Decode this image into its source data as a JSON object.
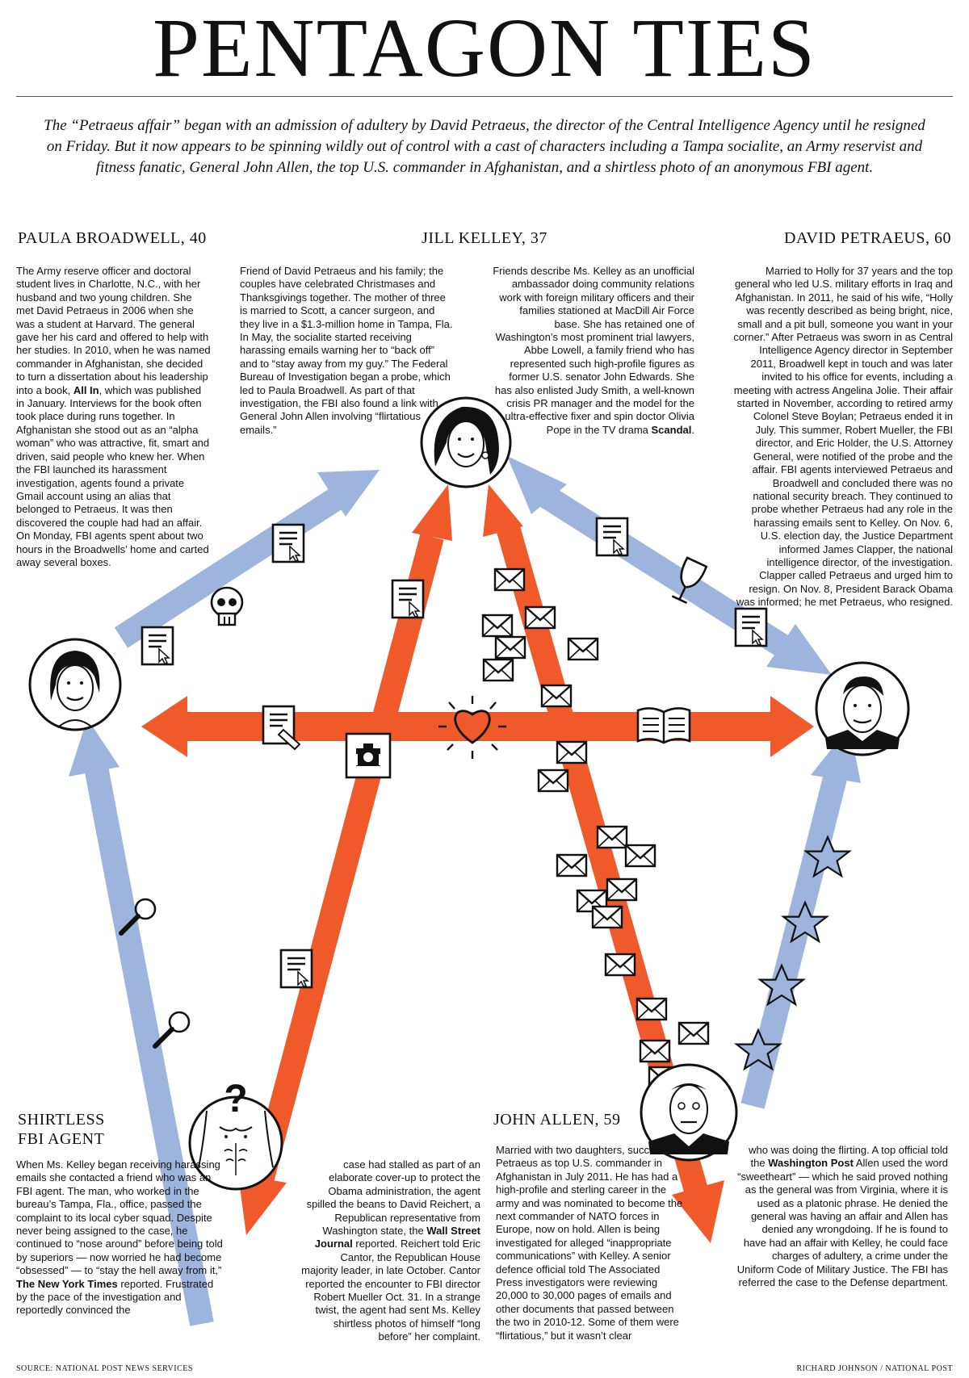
{
  "title": "PENTAGON TIES",
  "intro": "The “Petraeus affair” began with an admission of adultery by David Petraeus, the director of the Central Intelligence Agency until he resigned on Friday. But it now appears to be spinning wildly out of control with a cast of characters including a Tampa socialite, an Army reservist and fitness fanatic, General John Allen, the top U.S. commander in Afghanistan, and a shirtless photo of an anonymous FBI agent.",
  "people": {
    "broadwell": {
      "name": "PAULA BROADWELL, 40",
      "text_a": "The Army reserve officer and doctoral student lives in Charlotte, N.C., with her husband and two young children. She met David Petraeus in 2006 when she was a student at Harvard. The general gave her his card and offered to help with her studies. In 2010, when he was named commander in Afghanistan, she decided to turn a dissertation about his leadership into a book, ",
      "book": "All In",
      "text_b": ", which was published in January. Interviews for the book often took place during runs together. In Afghanistan she stood out as an “alpha woman” who was attractive, fit, smart and driven, said people who knew her. When the FBI launched its harassment investigation, agents found a private Gmail account using an alias that belonged to Petraeus. It was then discovered the couple had had an affair. On Monday, FBI agents spent about two hours in the Broadwells’ home and carted away several boxes."
    },
    "kelley": {
      "name": "JILL KELLEY, 37",
      "text_col1": "Friend of David Petraeus and his family; the couples have celebrated Christmases and Thanksgivings together. The mother of three is married to Scott, a cancer surgeon, and they live in a $1.3-million home in Tampa, Fla. In May, the socialite started receiving harassing emails warning her to “back off” and to “stay away from my guy.” The Federal Bureau of Investigation began a probe, which led to Paula Broadwell. As part of that investigation, the FBI also found a link with General John Allen involving “flirtatious emails.”",
      "text_col2": "Friends describe Ms. Kelley as an unofficial ambassador doing community relations work with foreign military officers and their families stationed at MacDill Air Force base. She has retained one of Washington’s most prominent trial lawyers, Abbe Lowell, a family friend who has represented such high-profile figures as former U.S. senator John Edwards. She has also enlisted Judy Smith, a well-known crisis PR manager and the model for the ultra-effective fixer and spin doctor Olivia Pope in the TV drama ",
      "show": "Scandal",
      "text_col2_end": "."
    },
    "petraeus": {
      "name": "DAVID PETRAEUS, 60",
      "text": "Married to Holly for 37 years and the top general who led U.S. military efforts in Iraq and Afghanistan. In 2011, he said of his wife, “Holly was recently described as being bright, nice, small and a pit bull, someone you want in your corner.” After Petraeus was sworn in as Central Intelligence Agency director in September 2011, Broadwell kept in touch and was later invited to his office for events, including a meeting with actress Angelina Jolie. Their affair started in November, according to retired army Colonel Steve Boylan; Petraeus ended it in July. This summer, Robert Mueller, the FBI director, and Eric Holder, the U.S. Attorney General, were notified of the probe and the affair. FBI agents interviewed Petraeus and Broadwell and concluded there was no national security breach. They continued to probe whether Petraeus had any role in the harassing emails sent to Kelley. On Nov. 6, U.S. election day, the Justice Department informed James Clapper, the national intelligence director, of the investigation. Clapper called Petraeus and urged him to resign. On Nov. 8, President Barack Obama was informed; he met Petraeus, who resigned."
    },
    "agent": {
      "name_line1": "SHIRTLESS",
      "name_line2": "FBI AGENT",
      "text_col1_a": "When Ms. Kelley began receiving harassing emails she contacted a friend who was an FBI agent. The man, who worked in the bureau’s Tampa, Fla., office, passed the complaint to its local cyber squad. Despite never being assigned to the case, he continued to “nose around” before being told by superiors — now worried he had become “obsessed” — to “stay the hell away from it,” ",
      "paper1": "The New York Times",
      "text_col1_b": " reported. Frustrated by the pace of the investigation and reportedly convinced the",
      "text_col2_a": "case had stalled as part of an elaborate cover-up to protect the Obama administration, the agent spilled the beans to David Reichert, a Republican representative from Washington state, the ",
      "paper2": "Wall Street Journal",
      "text_col2_b": " reported. Reichert told Eric Cantor, the Republican House majority leader, in late October. Cantor reported the encounter to FBI director Robert Mueller Oct. 31. In a strange twist, the agent had sent Ms. Kelley shirtless photos of himself “long before” her complaint."
    },
    "allen": {
      "name": "JOHN ALLEN, 59",
      "text_col1": "Married with two daughters, succeeded Petraeus as top U.S. commander in Afghanistan in July 2011. He has had a high-profile and sterling career in the army and was nominated to become the next commander of NATO forces in Europe, now on hold. Allen is being investigated for alleged “inappropriate communications” with Kelley. A senior defence official told The Associated Press investigators were reviewing 20,000 to 30,000 pages of emails and other documents that passed between the two in 2010-12. Some of them were “flirtatious,” but it wasn’t clear",
      "text_col2_a": "who was doing the flirting. A top official told the ",
      "paper": "Washington Post",
      "text_col2_b": " Allen used the word “sweetheart” — which he said proved nothing as the general was from Virginia, where it is used as a platonic phrase. He denied the general was having an affair and Allen has denied any wrongdoing. If he is found to have had an affair with Kelley, he could face charges of adultery, a crime under the Uniform Code of Military Justice. The FBI has referred the case to the Defense department."
    }
  },
  "question_mark": "?",
  "source": "SOURCE: NATIONAL POST NEWS SERVICES",
  "credit": "RICHARD JOHNSON / NATIONAL POST",
  "colors": {
    "blue": "#9db5dc",
    "orange": "#f0592a",
    "dark": "#111111"
  },
  "icons": [
    "document-cursor-icon",
    "skull-icon",
    "wine-glass-icon",
    "heart-icon",
    "book-icon",
    "pencil-document-icon",
    "camera-icon",
    "envelope-icon",
    "magnifier-icon",
    "star-icon",
    "question-icon"
  ]
}
